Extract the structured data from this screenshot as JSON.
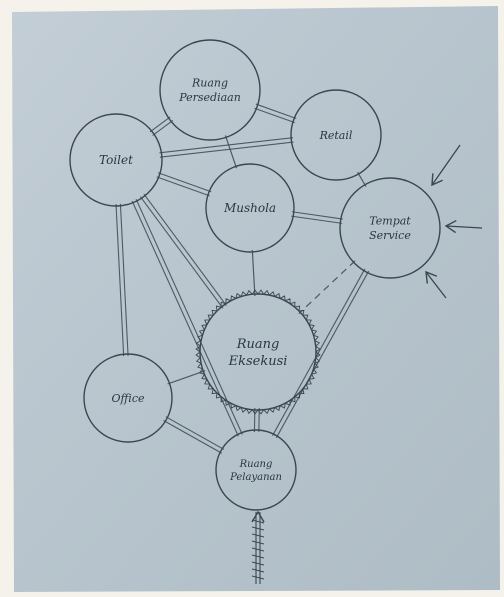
{
  "diagram": {
    "title": "",
    "nodes": [
      {
        "id": "ruang-persediaan",
        "label_lines": [
          "Ruang",
          "Persediaan"
        ]
      },
      {
        "id": "retail",
        "label_lines": [
          "Retail"
        ]
      },
      {
        "id": "toilet",
        "label_lines": [
          "Toilet"
        ]
      },
      {
        "id": "mushola",
        "label_lines": [
          "Mushola"
        ]
      },
      {
        "id": "tempat-service",
        "label_lines": [
          "Tempat",
          "Service"
        ]
      },
      {
        "id": "ruang-eksekusi",
        "label_lines": [
          "Ruang",
          "Eksekusi"
        ]
      },
      {
        "id": "office",
        "label_lines": [
          "Office"
        ]
      },
      {
        "id": "ruang-pelayanan",
        "label_lines": [
          "Ruang",
          "Pelayanan"
        ]
      }
    ],
    "edges": [
      {
        "from": "toilet",
        "to": "ruang-persediaan",
        "style": "double"
      },
      {
        "from": "ruang-persediaan",
        "to": "retail",
        "style": "double"
      },
      {
        "from": "ruang-persediaan",
        "to": "mushola",
        "style": "single"
      },
      {
        "from": "toilet",
        "to": "retail",
        "style": "double"
      },
      {
        "from": "toilet",
        "to": "mushola",
        "style": "double"
      },
      {
        "from": "retail",
        "to": "tempat-service",
        "style": "single"
      },
      {
        "from": "mushola",
        "to": "tempat-service",
        "style": "double"
      },
      {
        "from": "mushola",
        "to": "ruang-eksekusi",
        "style": "single"
      },
      {
        "from": "tempat-service",
        "to": "ruang-eksekusi",
        "style": "dashed"
      },
      {
        "from": "tempat-service",
        "to": "ruang-pelayanan",
        "style": "double"
      },
      {
        "from": "toilet",
        "to": "ruang-eksekusi",
        "style": "double"
      },
      {
        "from": "toilet",
        "to": "office",
        "style": "double"
      },
      {
        "from": "toilet",
        "to": "ruang-pelayanan",
        "style": "double"
      },
      {
        "from": "office",
        "to": "ruang-eksekusi",
        "style": "single"
      },
      {
        "from": "office",
        "to": "ruang-pelayanan",
        "style": "double"
      },
      {
        "from": "ruang-pelayanan",
        "to": "ruang-eksekusi",
        "style": "double"
      }
    ],
    "special_nodes": {
      "serrated_border": "ruang-eksekusi"
    },
    "entry_arrows": {
      "tempat-service": 3,
      "ruang-pelayanan": 1
    },
    "colors": {
      "paper": "#b9c6cf",
      "ink": "#3a4650",
      "background": "#f4f2ea"
    }
  }
}
